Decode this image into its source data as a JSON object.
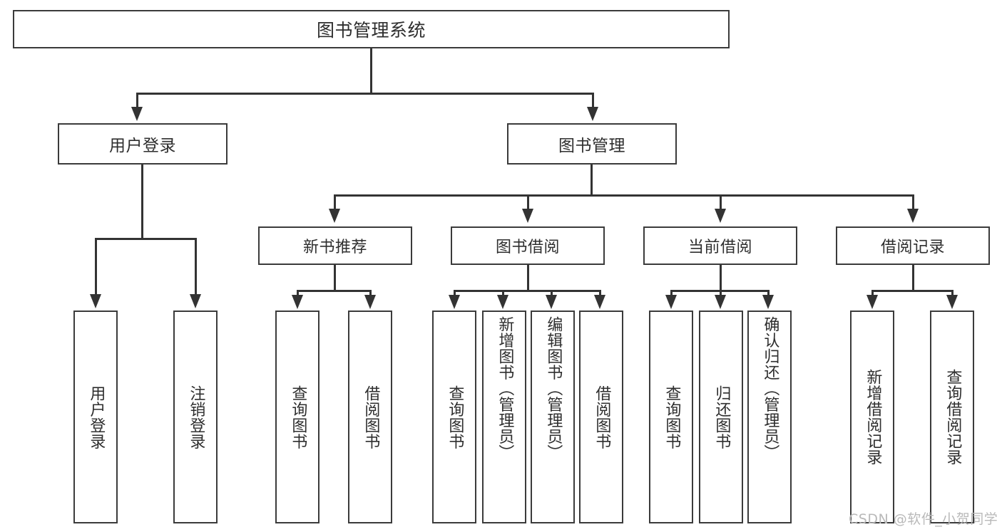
{
  "diagram": {
    "type": "tree-hierarchy-chart",
    "title": "图书管理系统",
    "watermark": "CSDN @软件_小贺同学",
    "colors": {
      "background": "#ffffff",
      "border": "#3b3b3b",
      "line": "#333333",
      "text": "#2e2e2e",
      "watermark": "#b9b9b9"
    },
    "root": {
      "label": "图书管理系统"
    },
    "level2": [
      {
        "label": "用户登录"
      },
      {
        "label": "图书管理"
      }
    ],
    "level3": [
      {
        "label": "新书推荐"
      },
      {
        "label": "图书借阅"
      },
      {
        "label": "当前借阅"
      },
      {
        "label": "借阅记录"
      }
    ],
    "leaves": {
      "user_login": [
        {
          "label": "用户登录"
        },
        {
          "label": "注销登录"
        }
      ],
      "new_book_recommend": [
        {
          "label": "查询图书"
        },
        {
          "label": "借阅图书"
        }
      ],
      "book_borrow": [
        {
          "label": "查询图书"
        },
        {
          "label": "新增图书（管理员）"
        },
        {
          "label": "编辑图书（管理员）"
        },
        {
          "label": "借阅图书"
        }
      ],
      "current_borrow": [
        {
          "label": "查询图书"
        },
        {
          "label": "归还图书"
        },
        {
          "label": "确认归还（管理员）"
        }
      ],
      "borrow_record": [
        {
          "label": "新增借阅记录"
        },
        {
          "label": "查询借阅记录"
        }
      ]
    }
  }
}
